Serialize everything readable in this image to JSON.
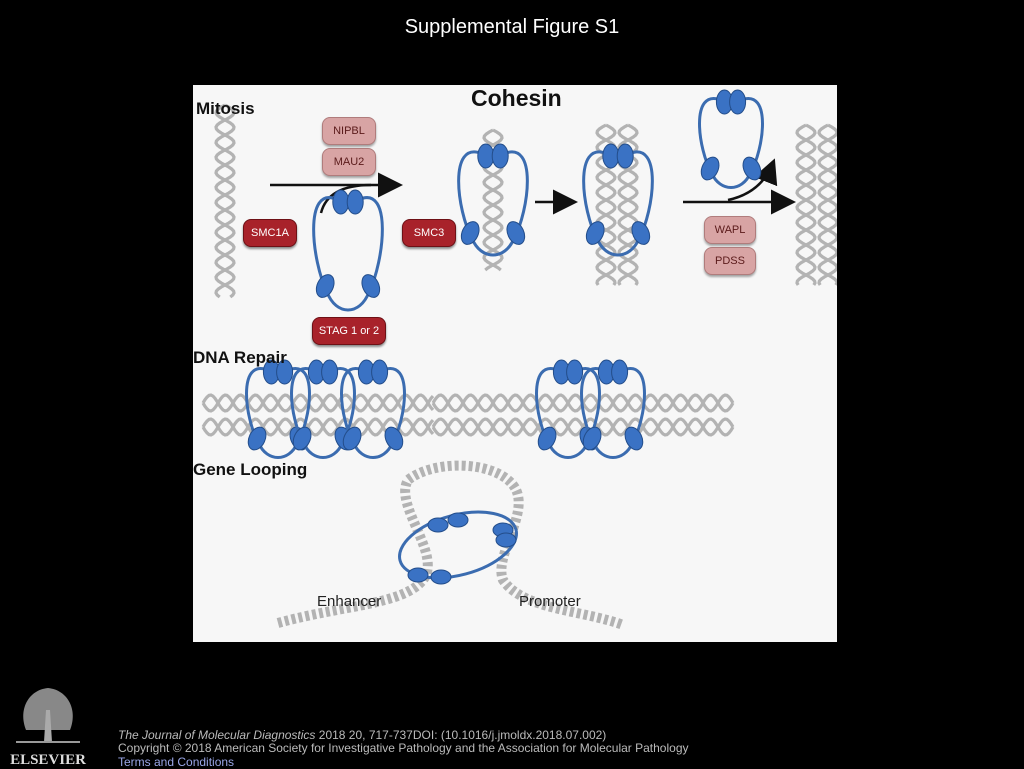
{
  "slide_title": "Supplemental Figure S1",
  "figure": {
    "title": "Cohesin",
    "sections": {
      "mitosis": "Mitosis",
      "dna_repair": "DNA Repair",
      "gene_looping": "Gene Looping"
    },
    "proteins": {
      "nipbl": "NIPBL",
      "mau2": "MAU2",
      "smc1a": "SMC1A",
      "smc3": "SMC3",
      "stag": "STAG 1 or 2",
      "wapl": "WAPL",
      "pdss": "PDSS"
    },
    "labels": {
      "enhancer": "Enhancer",
      "promoter": "Promoter"
    },
    "colors": {
      "dna": "#b3b3b3",
      "cohesin_ring": "#3b6cb0",
      "cohesin_head": "#3a72c4",
      "loader_pill": "#d8a4a4",
      "subunit_pill": "#a8222a"
    }
  },
  "footer": {
    "journal": "The Journal of Molecular Diagnostics",
    "citation": " 2018 20, 717-737DOI: (10.1016/j.jmoldx.2018.07.002)",
    "copyright": "Copyright © 2018 American Society for Investigative Pathology and the Association for Molecular Pathology",
    "terms": "Terms and Conditions",
    "publisher": "ELSEVIER"
  }
}
